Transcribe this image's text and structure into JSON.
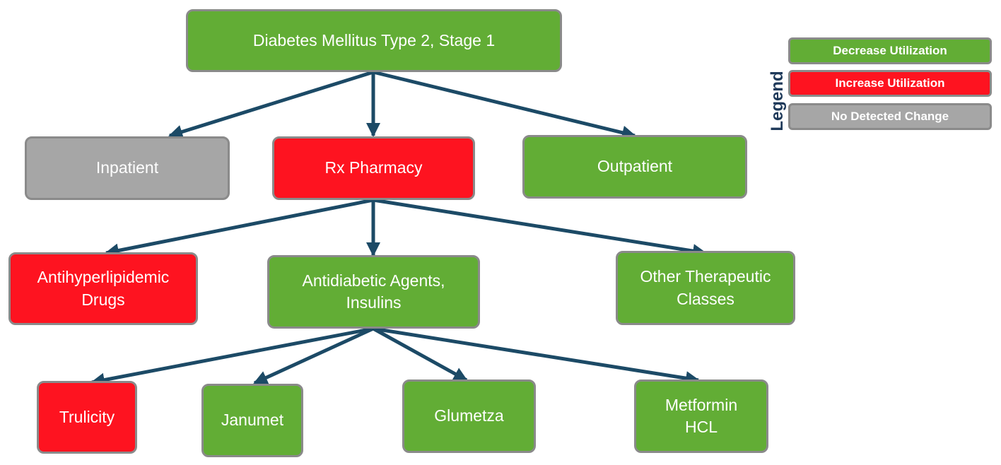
{
  "colors": {
    "decrease": "#62ad35",
    "increase": "#fe1320",
    "no_change": "#a6a6a6",
    "edge": "#1c4a66"
  },
  "legend": {
    "title": "Legend",
    "items": [
      {
        "label": "Decrease Utilization",
        "status": "decrease"
      },
      {
        "label": "Increase Utilization",
        "status": "increase"
      },
      {
        "label": "No Detected Change",
        "status": "no_change"
      }
    ]
  },
  "nodes": {
    "root": {
      "label": "Diabetes Mellitus Type 2, Stage 1",
      "status": "decrease"
    },
    "inpatient": {
      "label": "Inpatient",
      "status": "no_change"
    },
    "rx_pharmacy": {
      "label": "Rx Pharmacy",
      "status": "increase"
    },
    "outpatient": {
      "label": "Outpatient",
      "status": "decrease"
    },
    "antihyperlipidemic": {
      "label": "Antihyperlipidemic\nDrugs",
      "status": "increase"
    },
    "antidiabetic": {
      "label": "Antidiabetic Agents,\nInsulins",
      "status": "decrease"
    },
    "other_classes": {
      "label": "Other Therapeutic\nClasses",
      "status": "decrease"
    },
    "trulicity": {
      "label": "Trulicity",
      "status": "increase"
    },
    "janumet": {
      "label": "Janumet",
      "status": "decrease"
    },
    "glumetza": {
      "label": "Glumetza",
      "status": "decrease"
    },
    "metformin": {
      "label": "Metformin\nHCL",
      "status": "decrease"
    }
  }
}
